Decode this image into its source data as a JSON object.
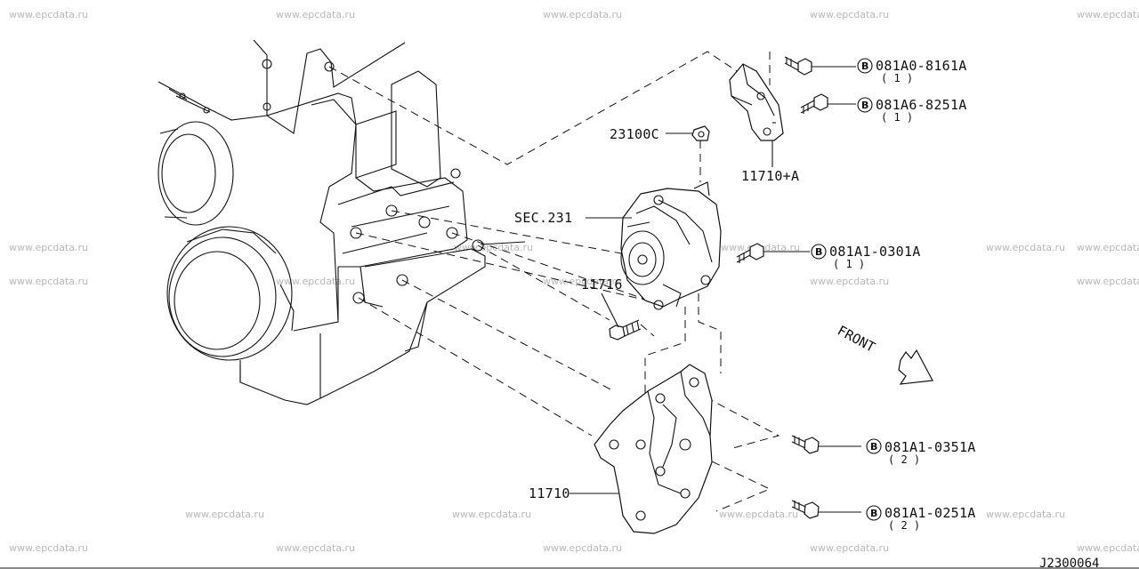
{
  "watermark": "www.epcdata.ru",
  "diagram_code": "J2300064",
  "front_label": "FRONT",
  "callouts": {
    "bracket_bolt_upper": {
      "symbol": "B",
      "part": "081A0-8161A",
      "qty": "( 1 )"
    },
    "bracket_bolt_lower": {
      "symbol": "B",
      "part": "081A6-8251A",
      "qty": "( 1 )"
    },
    "alternator_bolt": {
      "symbol": "B",
      "part": "081A1-0301A",
      "qty": "( 1 )"
    },
    "bracket_bolt_351": {
      "symbol": "B",
      "part": "081A1-0351A",
      "qty": "( 2 )"
    },
    "bracket_bolt_251": {
      "symbol": "B",
      "part": "081A1-0251A",
      "qty": "( 2 )"
    }
  },
  "labels": {
    "nut": "23100C",
    "adjust_bracket": "11710+A",
    "section_ref": "SEC.231",
    "bolt": "11716",
    "bracket": "11710"
  }
}
